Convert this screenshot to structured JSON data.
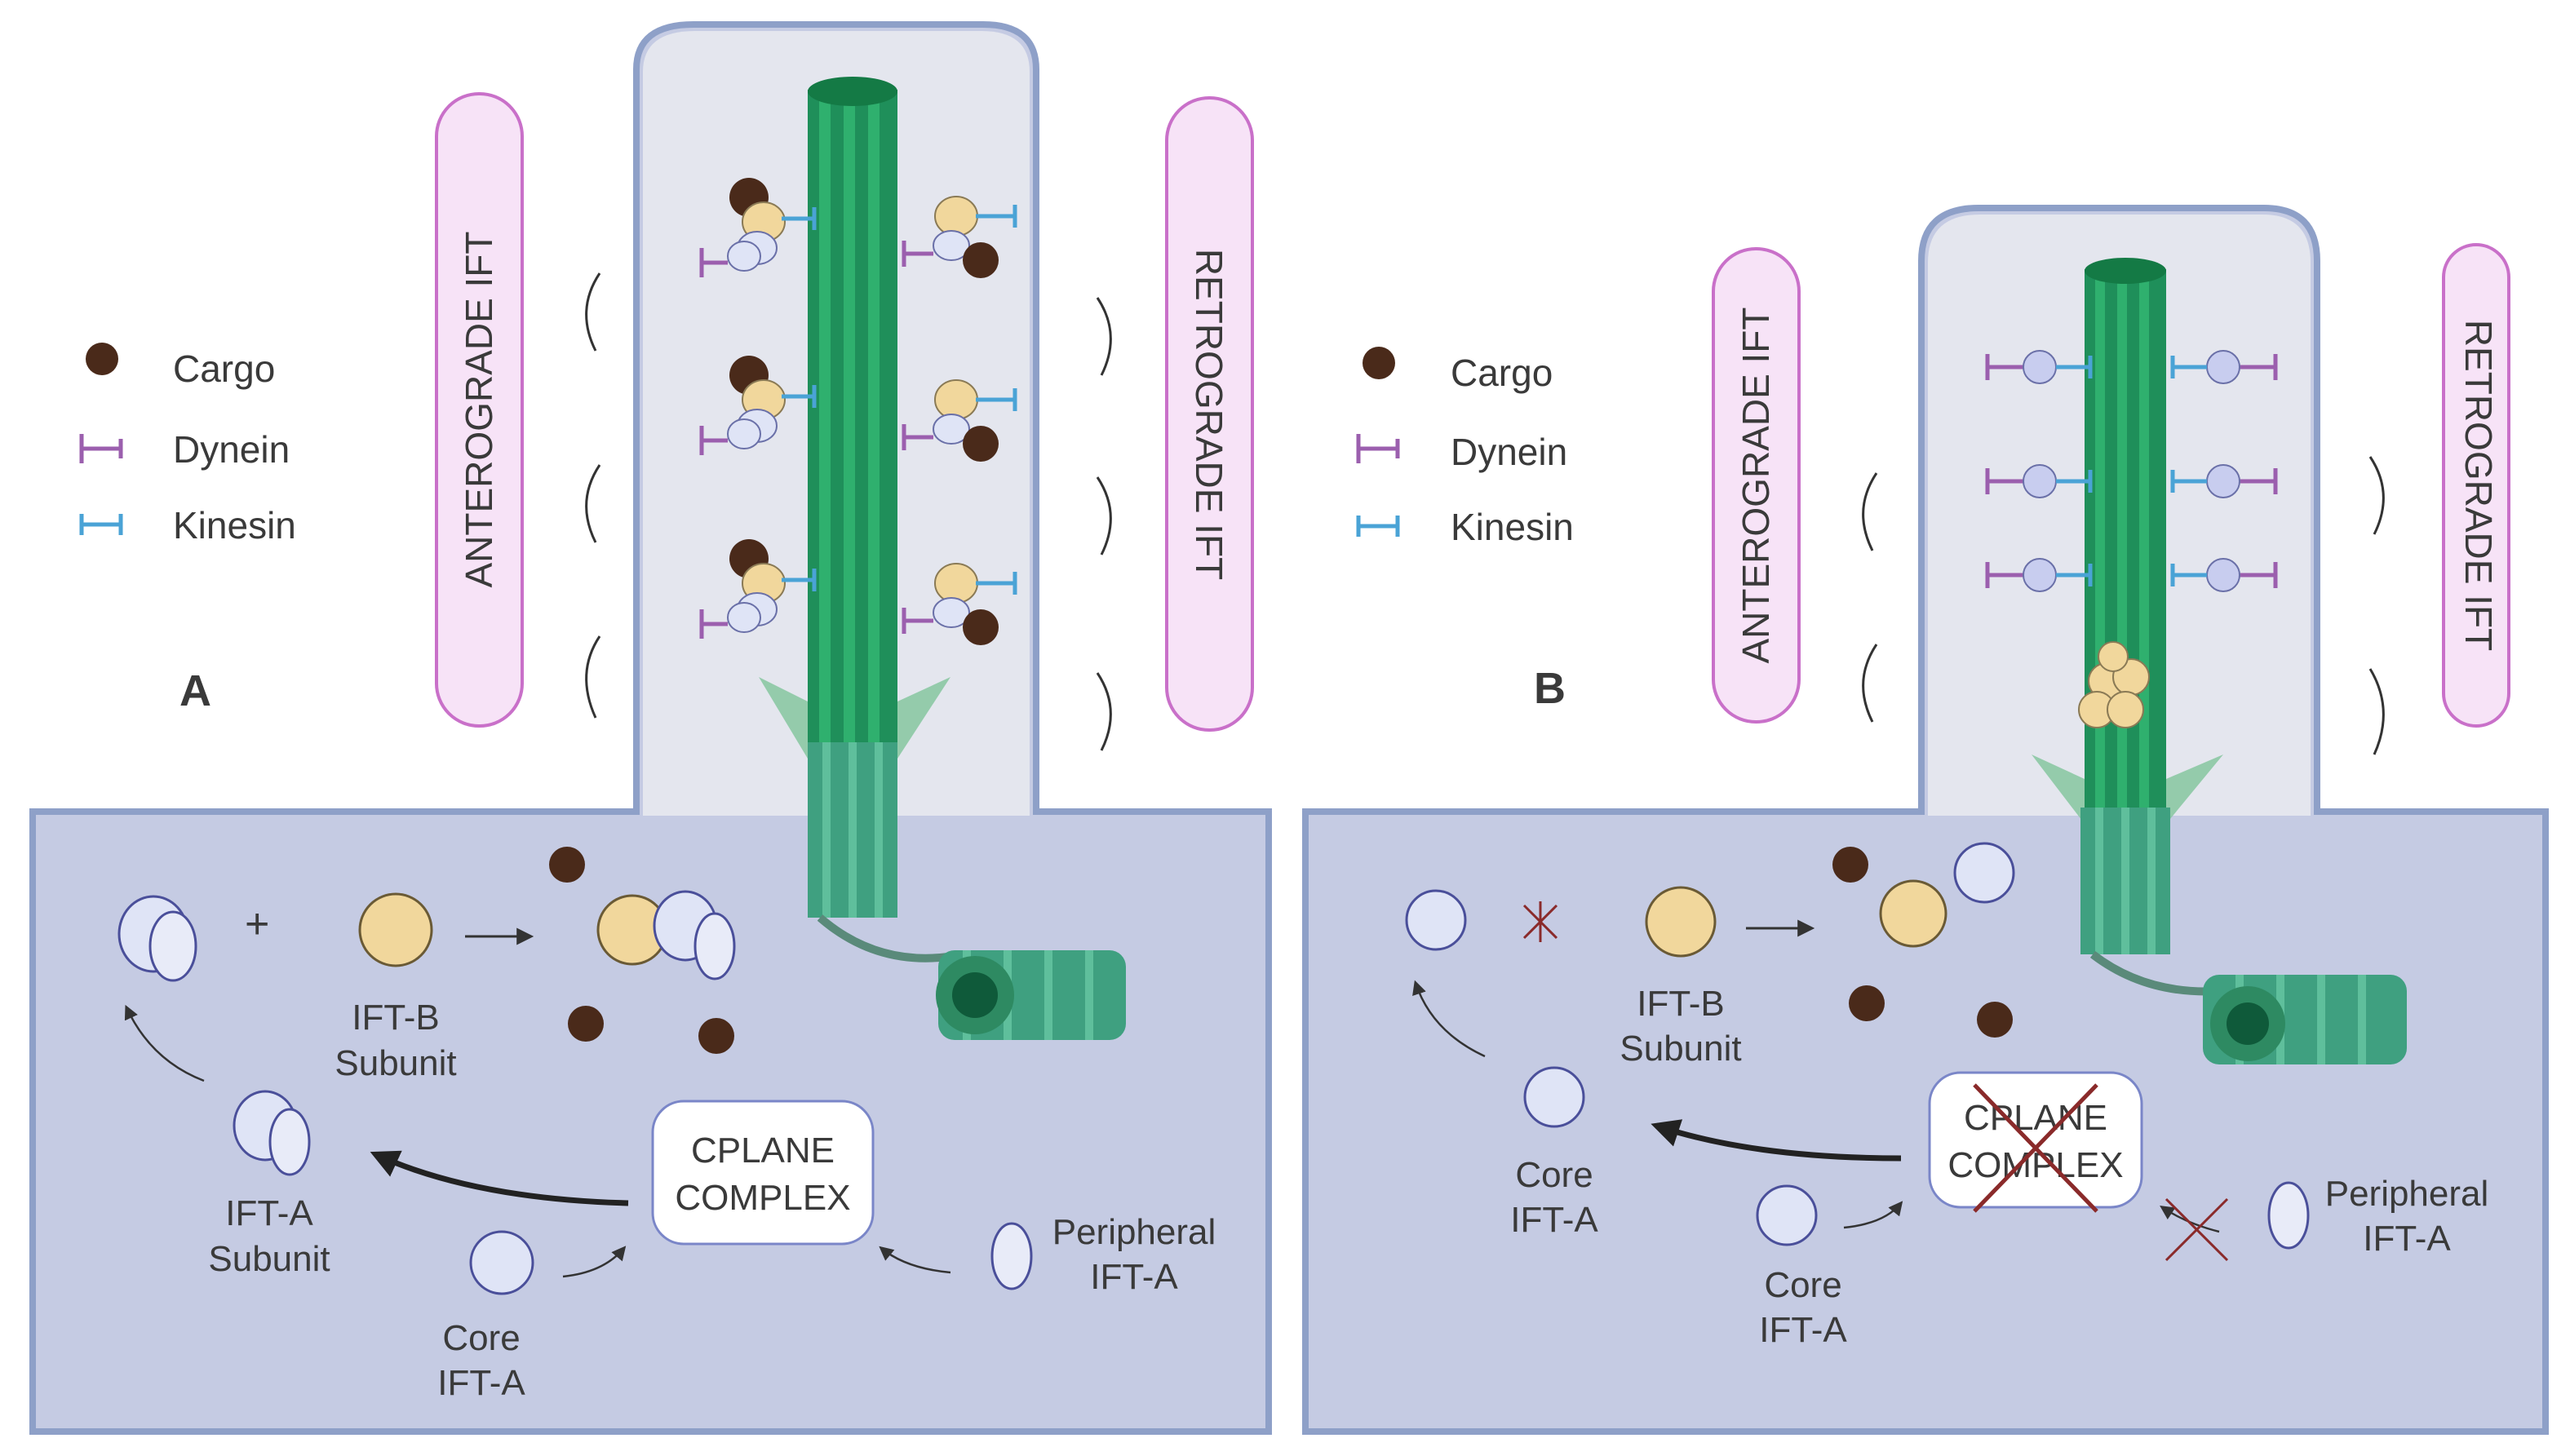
{
  "colors": {
    "cytoplasm": "#c5cbe3",
    "cilium": "#e4e6ee",
    "membrane": "#8ea0c8",
    "axoneme": "#1f8f5a",
    "basal_body": "#3fa080",
    "cargo": "#4a2a1a",
    "dynein": "#9b5fae",
    "kinesin": "#4aa3d6",
    "ift_b": "#f1d79c",
    "ift_a": "#dfe4f6",
    "pill_fill": "#f7e3f7",
    "pill_stroke": "#c970c9",
    "cross": "#8a2a2a"
  },
  "legend": {
    "cargo": "Cargo",
    "dynein": "Dynein",
    "kinesin": "Kinesin"
  },
  "panels": [
    {
      "letter": "A",
      "anterograde": "ANTEROGRADE IFT",
      "retrograde": "RETROGRADE IFT",
      "plus": "+",
      "iftb_line1": "IFT-B",
      "iftb_line2": "Subunit",
      "ifta_line1": "IFT-A",
      "ifta_line2": "Subunit",
      "cplane_line1": "CPLANE",
      "cplane_line2": "COMPLEX",
      "core_line1": "Core",
      "core_line2": "IFT-A",
      "peripheral_line1": "Peripheral",
      "peripheral_line2": "IFT-A"
    },
    {
      "letter": "B",
      "anterograde": "ANTEROGRADE IFT",
      "retrograde": "RETROGRADE IFT",
      "iftb_line1": "IFT-B",
      "iftb_line2": "Subunit",
      "core_top_line1": "Core",
      "core_top_line2": "IFT-A",
      "cplane_line1": "CPLANE",
      "cplane_line2": "COMPLEX",
      "core_line1": "Core",
      "core_line2": "IFT-A",
      "peripheral_line1": "Peripheral",
      "peripheral_line2": "IFT-A"
    }
  ]
}
